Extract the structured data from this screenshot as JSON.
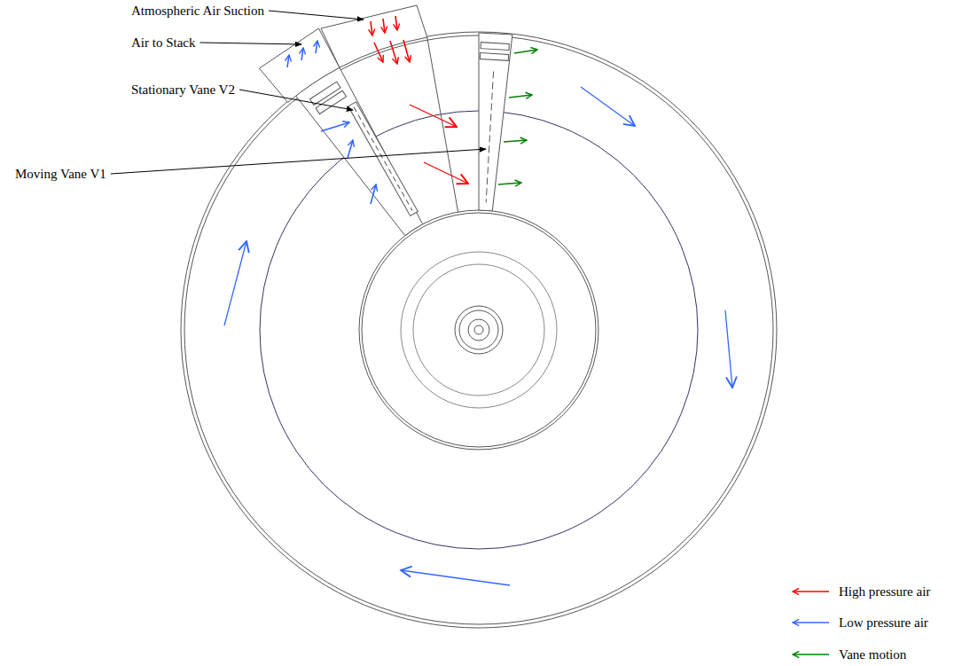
{
  "diagram": {
    "labels": [
      "Atmospheric Air Suction",
      "Air to Stack",
      "Stationary Vane V2",
      "Moving Vane V1"
    ],
    "legend": [
      {
        "text": "High pressure air"
      },
      {
        "text": "Low pressure air"
      },
      {
        "text": "Vane motion"
      }
    ]
  }
}
